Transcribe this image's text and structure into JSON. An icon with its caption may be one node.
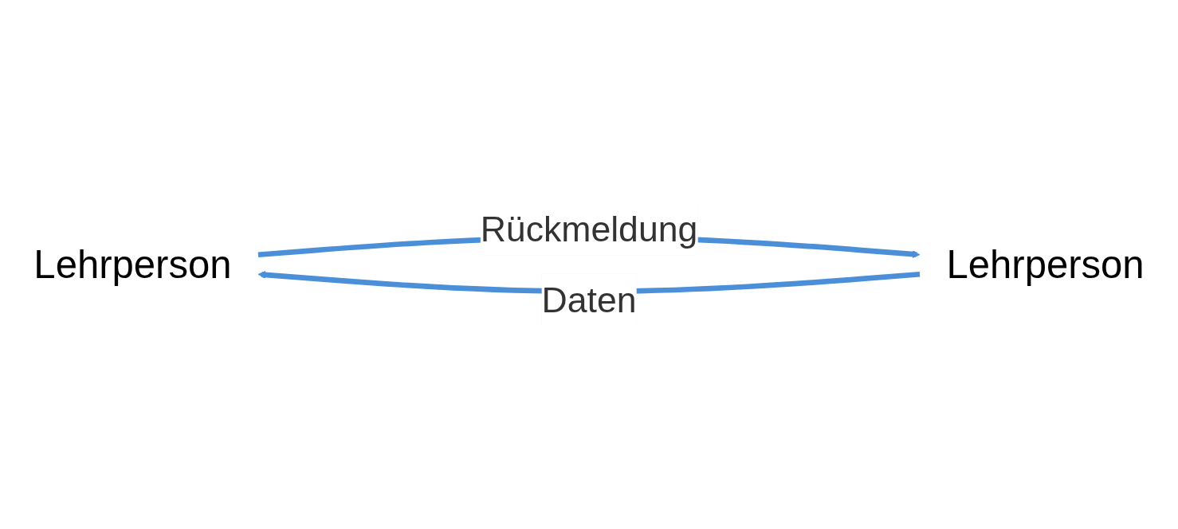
{
  "diagram": {
    "nodes": [
      {
        "text": [
          "Lehrperson"
        ]
      },
      {
        "text": [
          "Lehrperson"
        ]
      }
    ],
    "edges": [
      {
        "from": 1,
        "to": 0,
        "arrow": "to",
        "label": "Daten"
      },
      {
        "from": 0,
        "to": 1,
        "arrow": "to",
        "label": "Rückmeldung"
      }
    ]
  }
}
